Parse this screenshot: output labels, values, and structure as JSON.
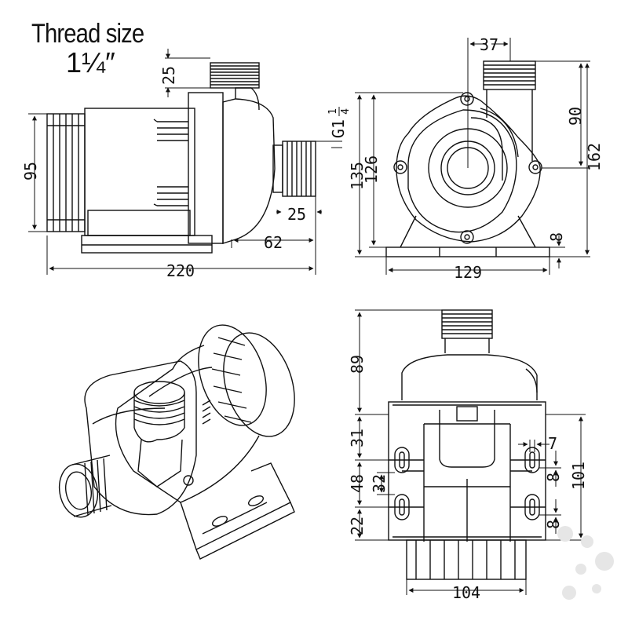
{
  "header": {
    "title_line1": "Thread size",
    "title_line2": "1¼″"
  },
  "side_view": {
    "dim_thread_height": "25",
    "dim_body_height": "95",
    "dim_outlet_thread": "G1",
    "dim_outlet_thread_fraction_num": "1",
    "dim_outlet_thread_fraction_den": "4",
    "dim_outlet_length": "25",
    "dim_front_to_outlet": "62",
    "dim_total_length": "220"
  },
  "front_view": {
    "dim_outlet_offset": "37",
    "dim_outlet_center_height": "90",
    "dim_total_height": "162",
    "dim_housing_height": "135",
    "dim_housing_inner": "126",
    "dim_foot_thickness": "8",
    "dim_base_width": "129"
  },
  "bottom_view": {
    "dim_outlet_height": "89",
    "dim_top_offset": "31",
    "dim_slot_width": "7",
    "dim_hole_spacing": "48",
    "dim_inner_spacing": "32",
    "dim_slot_height_top": "8",
    "dim_slot_height_bottom": "8",
    "dim_bottom_offset": "22",
    "dim_base_depth": "101",
    "dim_base_width": "104"
  }
}
